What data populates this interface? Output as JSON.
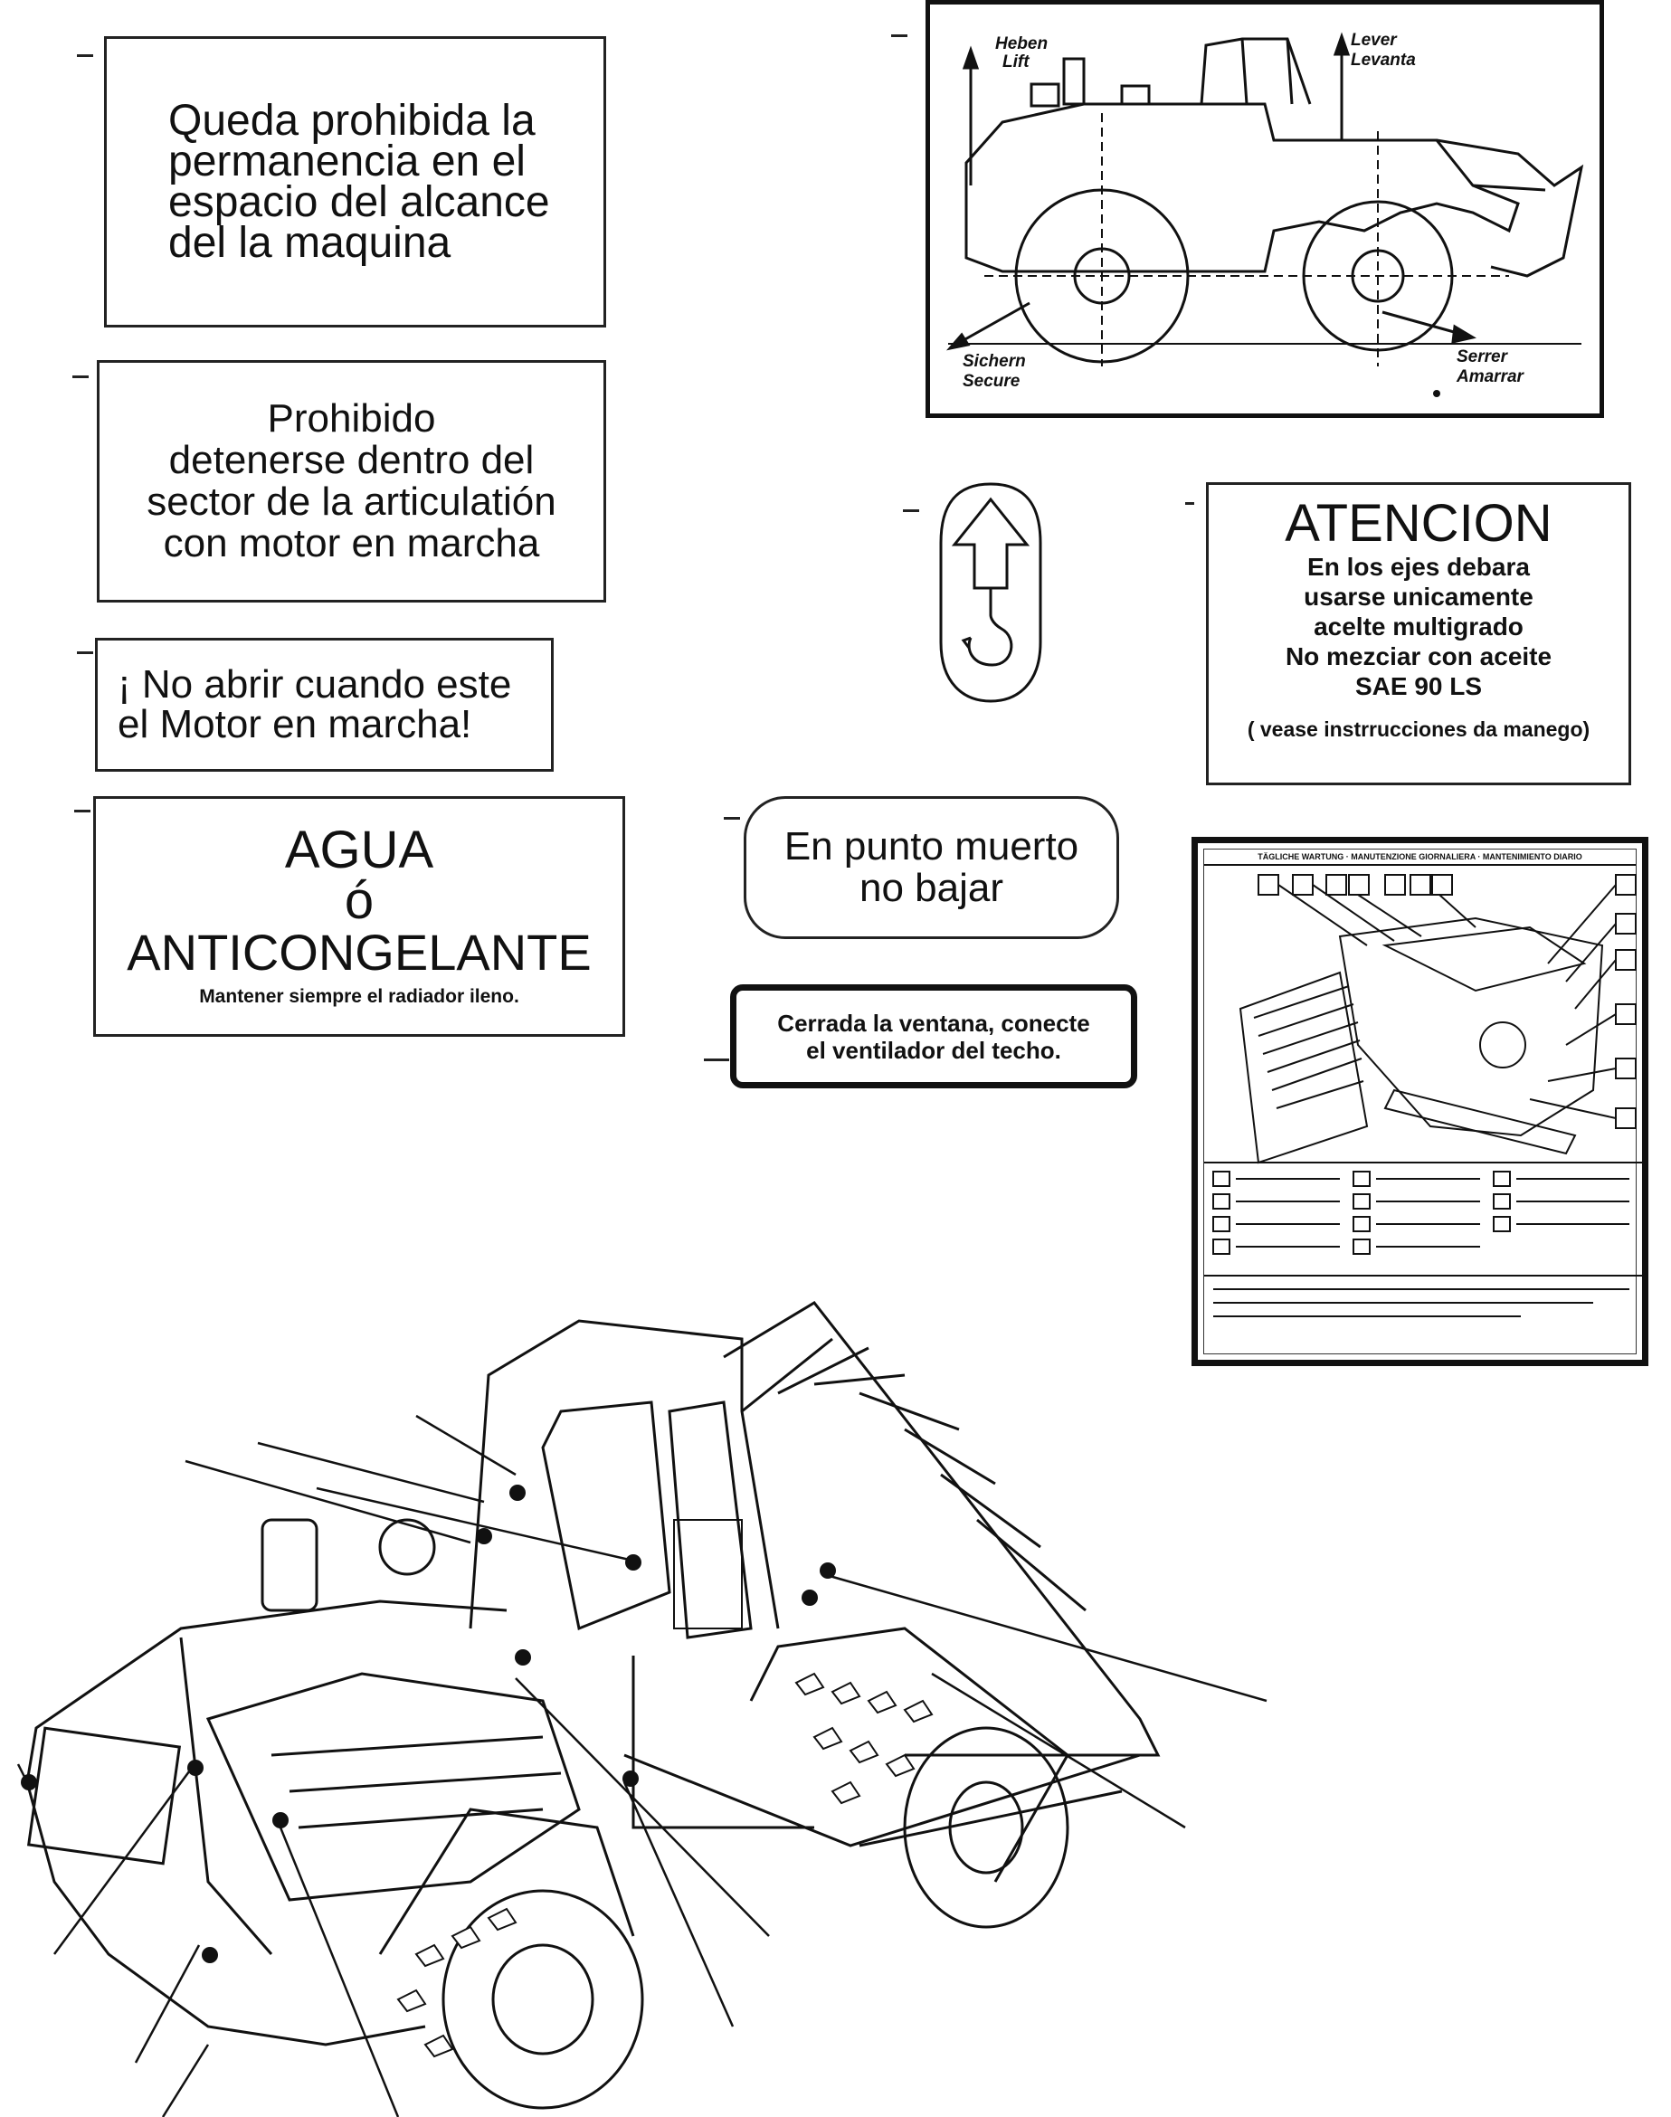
{
  "decals": {
    "prohibida": {
      "lines": [
        "Queda prohibida la",
        "permanencia en el",
        "espacio del alcance",
        "del la maquina"
      ]
    },
    "articulacion": {
      "lines": [
        "Prohibido",
        "detenerse dentro del",
        "sector de la articulatión",
        "con motor en marcha"
      ]
    },
    "no_abrir": {
      "lines": [
        "¡ No abrir cuando este",
        "el Motor en marcha!"
      ]
    },
    "agua": {
      "title": "AGUA",
      "middle": "ó",
      "subtitle": "ANTICONGELANTE",
      "note": "Mantener siempre el radiador ileno."
    },
    "punto_muerto": {
      "lines": [
        "En punto muerto",
        "no bajar"
      ]
    },
    "ventana": {
      "lines": [
        "Cerrada la ventana, conecte",
        "el ventilador del techo."
      ]
    },
    "atencion": {
      "title": "ATENCION",
      "lines": [
        "En los ejes debara",
        "usarse unicamente",
        "acelte multigrado",
        "No mezciar con aceite",
        "SAE 90 LS"
      ],
      "note": "( vease instrrucciones da manego)"
    }
  },
  "loader_sign": {
    "lift": [
      "Heben",
      "Lift"
    ],
    "lever": [
      "Lever",
      "Levanta"
    ],
    "secure": [
      "Sichern",
      "Secure"
    ],
    "clamp": [
      "Serrer",
      "Amarrar"
    ]
  },
  "maintenance_sign": {
    "title": "TÄGLICHE WARTUNG · MANUTENZIONE GIORNALIERA · MANTENIMIENTO DIARIO"
  },
  "icons": {
    "lift_hook": "lift-hook-arrow-icon"
  }
}
